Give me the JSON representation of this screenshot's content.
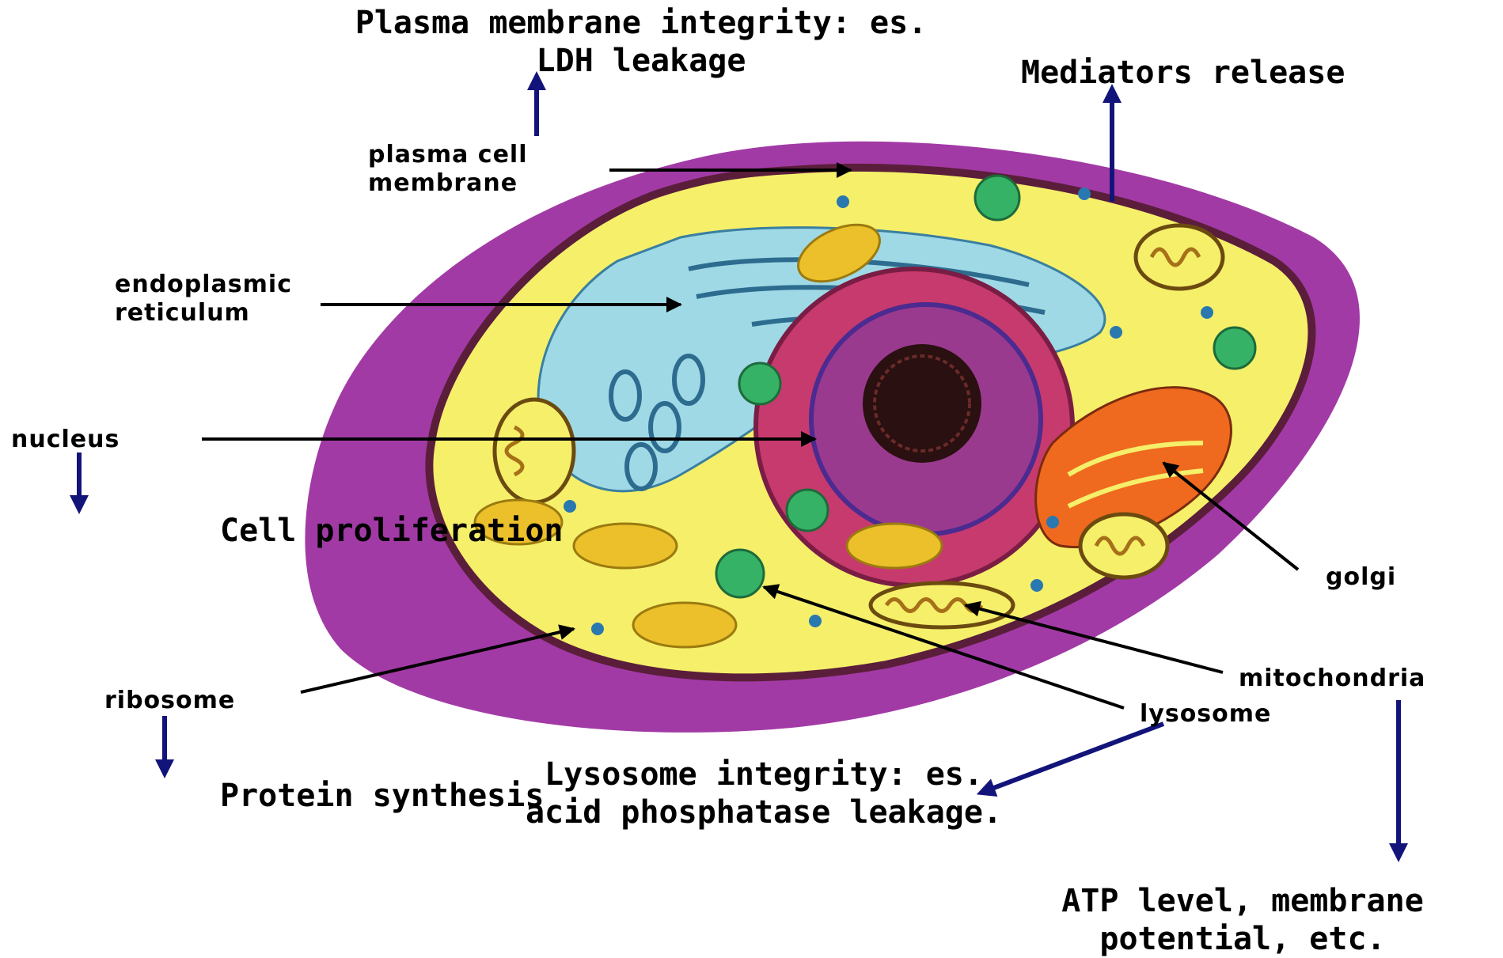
{
  "annotations": {
    "plasma_integrity": "Plasma membrane integrity: es. LDH leakage",
    "mediators": "Mediators release",
    "cell_proliferation": "Cell proliferation",
    "protein_synthesis": "Protein synthesis",
    "lysosome_integrity": "Lysosome integrity: es. acid phosphatase leakage.",
    "atp": "ATP level, membrane potential, etc."
  },
  "organelles": {
    "plasma_membrane": "plasma cell membrane",
    "er": "endoplasmic reticulum",
    "nucleus": "nucleus",
    "golgi": "golgi",
    "mitochondria": "mitochondria",
    "lysosome": "lysosome",
    "ribosome": "ribosome"
  },
  "colors": {
    "outer_membrane": "#a23aa6",
    "cytoplasm": "#f5ef6a",
    "nucleus": "#c73a6e",
    "golgi": "#ef6a1f",
    "er": "#9fd9e6",
    "lysosome": "#35b266",
    "annotation_arrow": "#12147a",
    "pointer_arrow": "#000000"
  }
}
